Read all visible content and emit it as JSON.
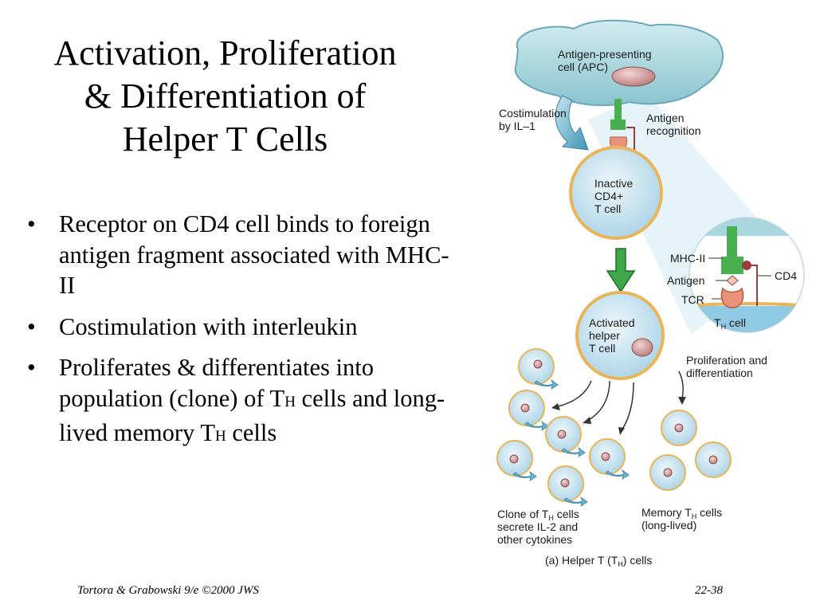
{
  "title": {
    "line1": "Activation, Proliferation",
    "line2": "& Differentiation of",
    "line3": "Helper T Cells"
  },
  "bullets": [
    {
      "text": "Receptor on CD4 cell binds to foreign antigen fragment associated with MHC-II"
    },
    {
      "text": "Costimulation with interleukin"
    },
    {
      "text_a": "Proliferates & differentiates into population (clone) of T",
      "sub_a": "H",
      "text_b": " cells and long-lived memory T",
      "sub_b": "H",
      "text_c": " cells"
    }
  ],
  "diagram": {
    "apc_line1": "Antigen-presenting",
    "apc_line2": "cell (APC)",
    "costim_line1": "Costimulation",
    "costim_line2": "by IL–1",
    "antigen_recog_line1": "Antigen",
    "antigen_recog_line2": "recognition",
    "inactive_line1": "Inactive",
    "inactive_line2": "CD4+",
    "inactive_line3": "T cell",
    "mhc2": "MHC-II",
    "antigen": "Antigen",
    "tcr": "TCR",
    "cd4": "CD4",
    "th_cell_t": "T",
    "th_cell_sub": "H",
    "th_cell_rest": " cell",
    "activated_line1": "Activated",
    "activated_line2": "helper",
    "activated_line3": "T cell",
    "prolif_line1": "Proliferation and",
    "prolif_line2": "differentiation",
    "clone_line1_a": "Clone of T",
    "clone_line1_sub": "H",
    "clone_line1_b": " cells",
    "clone_line2": "secrete IL-2 and",
    "clone_line3": "other cytokines",
    "memory_line1_a": "Memory T",
    "memory_line1_sub": "H",
    "memory_line1_b": " cells",
    "memory_line2": "(long-lived)",
    "caption_a": "(a) Helper T (T",
    "caption_sub": "H",
    "caption_b": ") cells"
  },
  "footer": {
    "left": "Tortora & Grabowski 9/e ©2000 JWS",
    "right": "22-38"
  },
  "colors": {
    "cell_fill": "#cfe6f2",
    "cell_border": "#e8b55a",
    "nucleus": "#d8a2a2",
    "green": "#3fa64a",
    "apc_fill": "#a9d6df",
    "receptor": "#e9997a"
  }
}
